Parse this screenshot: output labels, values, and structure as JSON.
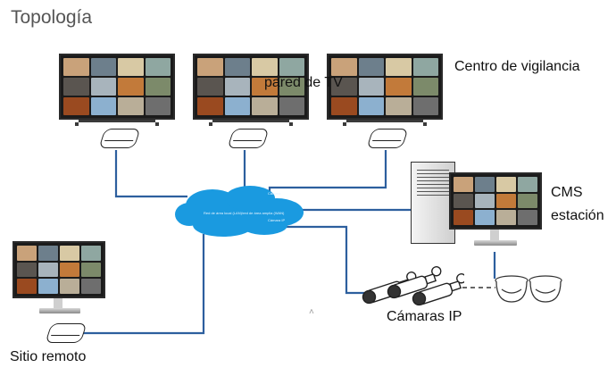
{
  "diagram": {
    "title": "Topología",
    "labels": {
      "monitoring_center": "Centro de vigilancia",
      "tv_wall": "pared de TV",
      "cms_line1": "CMS",
      "cms_line2": "estación",
      "ip_cameras": "Cámaras IP",
      "remote_site": "Sitio remoto"
    },
    "cloud": {
      "text_main": "Red de área local (LAN)/red de área amplia (WAN)",
      "text_sub": "Cámara IP",
      "text_top": "Cámara"
    },
    "colors": {
      "wire": "#2d5f9e",
      "cloud": "#1a9ae0",
      "title": "#555555",
      "label": "#111111"
    },
    "nodes": [
      {
        "id": "tv-1",
        "type": "tv-monitor",
        "group": "tv_wall"
      },
      {
        "id": "tv-2",
        "type": "tv-monitor",
        "group": "tv_wall"
      },
      {
        "id": "tv-3",
        "type": "tv-monitor",
        "group": "tv_wall"
      },
      {
        "id": "decoder-1",
        "type": "decoder-box"
      },
      {
        "id": "decoder-2",
        "type": "decoder-box"
      },
      {
        "id": "decoder-3",
        "type": "decoder-box"
      },
      {
        "id": "network-cloud",
        "type": "cloud"
      },
      {
        "id": "cms-station",
        "type": "pc-workstation"
      },
      {
        "id": "bullet-cameras",
        "type": "bullet-camera",
        "count": 3
      },
      {
        "id": "dome-cameras",
        "type": "dome-camera",
        "count": 2
      },
      {
        "id": "remote-monitor",
        "type": "monitor"
      },
      {
        "id": "remote-decoder",
        "type": "decoder-box"
      }
    ],
    "edges": [
      {
        "from": "decoder-1",
        "to": "network-cloud",
        "style": "solid"
      },
      {
        "from": "decoder-2",
        "to": "network-cloud",
        "style": "solid"
      },
      {
        "from": "decoder-3",
        "to": "network-cloud",
        "style": "solid"
      },
      {
        "from": "network-cloud",
        "to": "cms-station",
        "style": "solid"
      },
      {
        "from": "network-cloud",
        "to": "bullet-cameras",
        "style": "solid"
      },
      {
        "from": "network-cloud",
        "to": "remote-decoder",
        "style": "solid"
      },
      {
        "from": "cms-station",
        "to": "dome-cameras",
        "style": "solid"
      },
      {
        "from": "bullet-cameras",
        "to": "dome-cameras",
        "style": "dashed"
      }
    ]
  }
}
